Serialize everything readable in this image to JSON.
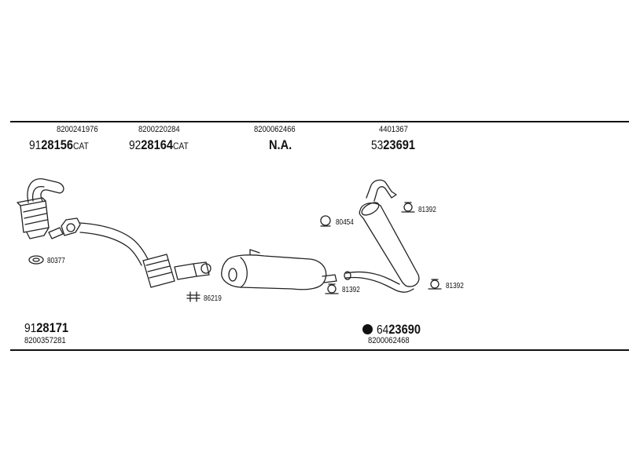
{
  "top_parts": [
    {
      "oem": "8200241976",
      "prefix": "91",
      "number": "28156",
      "suffix": "CAT"
    },
    {
      "oem": "8200220284",
      "prefix": "92",
      "number": "28164",
      "suffix": "CAT"
    },
    {
      "oem": "8200062466",
      "prefix": "",
      "number": "N.A.",
      "suffix": ""
    },
    {
      "oem": "4401367",
      "prefix": "53",
      "number": "23691",
      "suffix": ""
    }
  ],
  "small_parts": {
    "gasket_front": "80377",
    "clamp_mid": "86219",
    "ring_rear": "80454",
    "hanger_mid": "81392",
    "hanger_top": "81392",
    "hanger_right": "81392"
  },
  "bottom_parts": [
    {
      "prefix": "91",
      "number": "28171",
      "oem": "8200357281"
    },
    {
      "prefix": "64",
      "number": "23690",
      "oem": "8200062468"
    }
  ]
}
